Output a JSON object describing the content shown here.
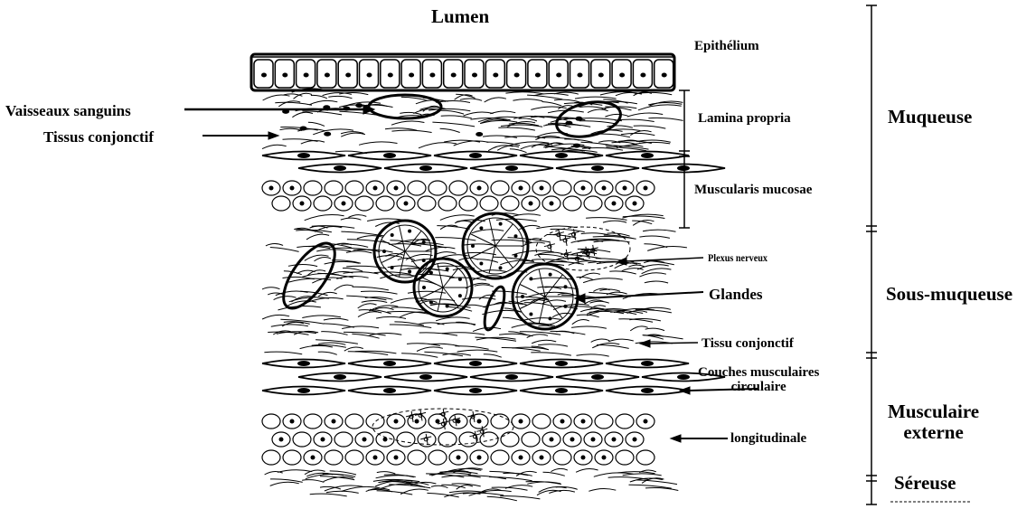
{
  "labels": {
    "lumen": "Lumen",
    "vaisseaux_sanguins": "Vaisseaux sanguins",
    "tissus_conjonctif": "Tissus conjonctif",
    "epithelium": "Epithélium",
    "lamina_propria": "Lamina propria",
    "muscularis_mucosae": "Muscularis mucosae",
    "plexus_nerveux": "Plexus nerveux",
    "glandes": "Glandes",
    "tissu_conjonctif": "Tissu conjonctif",
    "couches_musculaires": "Couches musculaires",
    "circulaire": "circulaire",
    "longitudinale": "longitudinale"
  },
  "layers": {
    "muqueuse": "Muqueuse",
    "sous_muqueuse": "Sous-muqueuse",
    "musculaire": "Musculaire",
    "externe": "externe",
    "sereuse": "Séreuse"
  },
  "colors": {
    "ink": "#000000",
    "background": "#ffffff"
  }
}
